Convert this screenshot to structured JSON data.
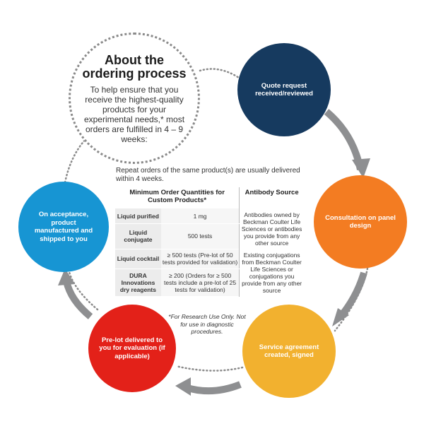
{
  "about": {
    "title": "About the ordering process",
    "body": "To help ensure that you receive the highest-quality products for your experimental needs,* most orders are fulfilled in 4 – 9 weeks:"
  },
  "steps": [
    {
      "label": "Quote request received/reviewed",
      "color": "#163a5f"
    },
    {
      "label": "Consultation on panel design",
      "color": "#f37c22"
    },
    {
      "label": "Service agreement created, signed",
      "color": "#f2b12f"
    },
    {
      "label": "Pre-lot delivered to you for evaluation (if applicable)",
      "color": "#e32119"
    },
    {
      "label": "On acceptance, product manufactured and shipped to you",
      "color": "#1795d3"
    }
  ],
  "repeat_note": "Repeat orders of the same product(s) are usually delivered within 4 weeks.",
  "table": {
    "header_moq": "Minimum Order Quantities for Custom Products*",
    "header_source": "Antibody Source",
    "rows": [
      {
        "type": "Liquid purified",
        "qty": "1 mg"
      },
      {
        "type": "Liquid conjugate",
        "qty": "500 tests"
      },
      {
        "type": "Liquid cocktail",
        "qty": "≥ 500 tests (Pre-lot of 50 tests provided for validation)"
      },
      {
        "type": "DURA Innovations dry reagents",
        "qty": "≥ 200 (Orders for ≥ 500 tests include a pre-lot of 25 tests for validation)"
      }
    ],
    "source_1": "Antibodies owned by Beckman Coulter Life Sciences or antibodies you provide from any other source",
    "source_2": "Existing conjugations from Beckman Coulter Life Sciences or conjugations you provide from any other source"
  },
  "footnote": "*For Research Use Only. Not for use in diagnostic procedures."
}
